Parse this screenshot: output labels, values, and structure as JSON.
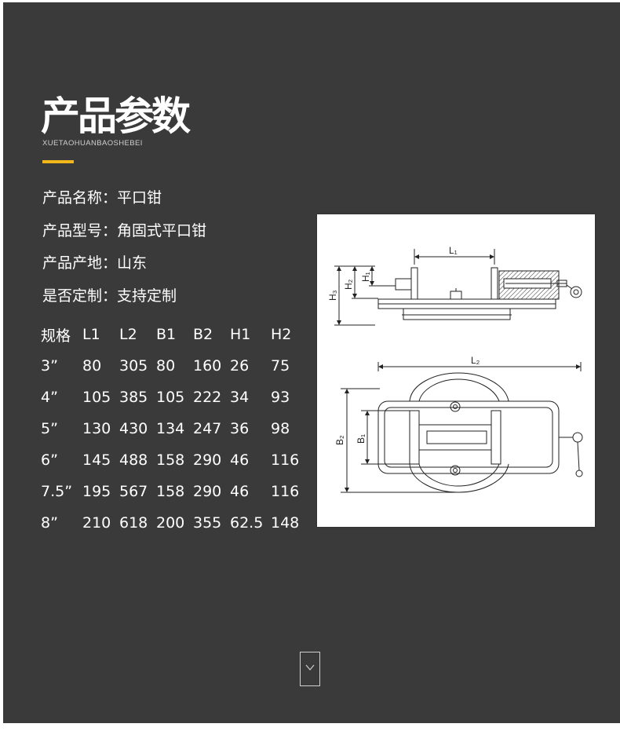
{
  "header": {
    "title": "产品参数",
    "subtitle": "XUETAOHUANBAOSHEBEI",
    "accent_color": "#f2b71b"
  },
  "info": [
    {
      "label": "产品名称：",
      "value": "平口钳"
    },
    {
      "label": "产品型号：",
      "value": "角固式平口钳"
    },
    {
      "label": "产品产地：",
      "value": "山东"
    },
    {
      "label": "是否定制：",
      "value": "支持定制"
    }
  ],
  "spec_table": {
    "headers": [
      "规格",
      "L1",
      "L2",
      "B1",
      "B2",
      "H1",
      "H2"
    ],
    "rows": [
      [
        "3”",
        "80",
        "305",
        "80",
        "160",
        "26",
        "75"
      ],
      [
        "4”",
        "105",
        "385",
        "105",
        "222",
        "34",
        "93"
      ],
      [
        "5”",
        "130",
        "430",
        "134",
        "247",
        "36",
        "98"
      ],
      [
        "6”",
        "145",
        "488",
        "158",
        "290",
        "46",
        "116"
      ],
      [
        "7.5”",
        "195",
        "567",
        "158",
        "290",
        "46",
        "116"
      ],
      [
        "8”",
        "210",
        "618",
        "200",
        "355",
        "62.5",
        "148"
      ]
    ]
  },
  "drawing": {
    "labels": {
      "l1": "L₁",
      "l2": "L₂",
      "h1": "H₁",
      "h2": "H₂",
      "h3": "H₃",
      "b1": "B₁",
      "b2": "B₂"
    }
  },
  "scroll_icon": "chevron-down-icon",
  "colors": {
    "background": "#3a3a3a",
    "text": "#ffffff"
  }
}
